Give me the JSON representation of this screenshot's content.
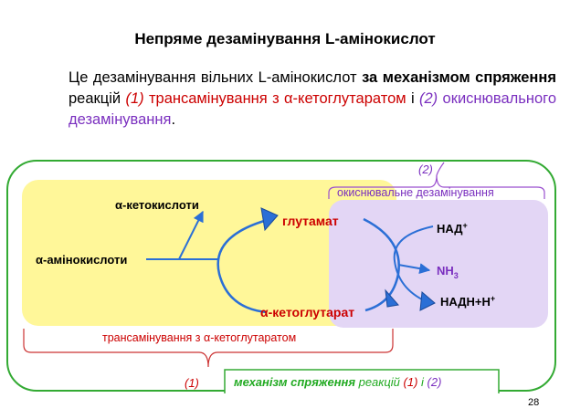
{
  "title": "Непряме дезамінування L-амінокислот",
  "intro": {
    "t1": "Це дезамінування вільних L-амінокислот ",
    "b1": "за механізмом спряження",
    "t2": " реакцій ",
    "n1": "(1)",
    "t3": " трансамінування з α-кетоглутаратом",
    "t4": " і ",
    "n2": "(2)",
    "t5": " окиснювального дезамінування",
    "t6": "."
  },
  "diagram": {
    "ketoacids": "α-кетокислоти",
    "aminoacids": "α-амінокислоти",
    "glutamate": "глутамат",
    "ketoglutarate": "α-кетоглутарат",
    "nad": "НАД",
    "nad_sup": "+",
    "nh3": "NH",
    "nh3_sub": "3",
    "nadh": "НАДН+Н",
    "nadh_sup": "+",
    "label2_num": "(2)",
    "label2_text": "окиснювальне дезамінування",
    "label1_text": "трансамінування з α-кетоглутаратом",
    "label1_num": "(1)",
    "mech_t1": "механізм спряження",
    "mech_t2": " реакцій ",
    "mech_n1": "(1)",
    "mech_t3": " і ",
    "mech_n2": "(2)"
  },
  "page_number": "28",
  "colors": {
    "yellow_zone": "#fff799",
    "purple_zone": "#e3d6f5",
    "green_frame": "#33aa33",
    "arrow_blue": "#2b6fd6",
    "brace_red": "#cc3333",
    "purple_text": "#7a2fbf",
    "red_text": "#cc0000"
  }
}
